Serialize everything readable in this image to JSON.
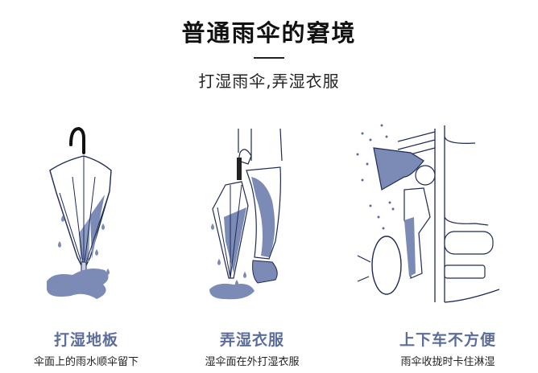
{
  "header": {
    "title": "普通雨伞的窘境",
    "subtitle": "打湿雨伞,弄湿衣服"
  },
  "colors": {
    "accent": "#5c6d9a",
    "illustration_fill": "#7b8bb5",
    "line": "#1e2a55"
  },
  "panels": [
    {
      "illustration": "wet-umbrella-dripping-floor",
      "title": "打湿地板",
      "desc": "伞面上的雨水顺伞留下"
    },
    {
      "illustration": "umbrella-wetting-trousers",
      "title": "弄湿衣服",
      "desc": "湿伞面在外打湿衣服"
    },
    {
      "illustration": "person-closing-umbrella-bus-door",
      "title": "上下车不方便",
      "desc": "雨伞收拢时卡住淋湿"
    }
  ]
}
